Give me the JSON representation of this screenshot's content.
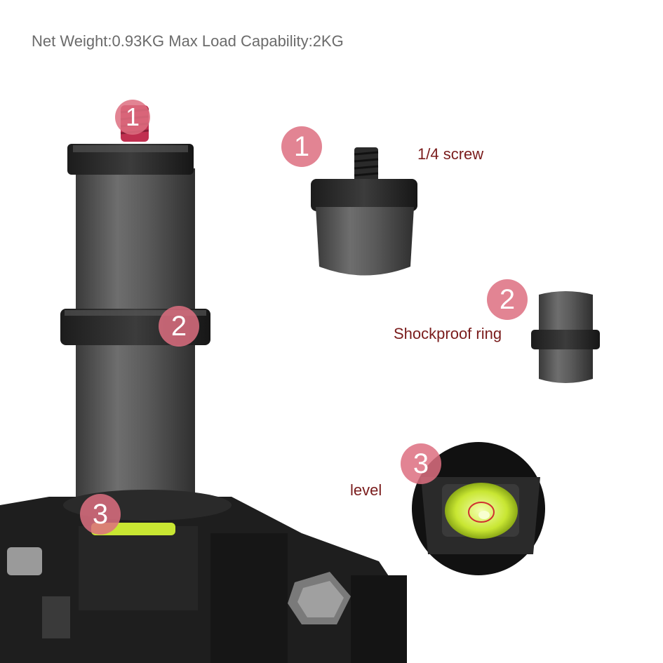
{
  "spec_text": "Net Weight:0.93KG Max Load Capability:2KG",
  "callouts": [
    {
      "number": "1",
      "label": "1/4 screw"
    },
    {
      "number": "2",
      "label": "Shockproof ring"
    },
    {
      "number": "3",
      "label": "level"
    }
  ],
  "colors": {
    "badge": "#dd6e80",
    "label": "#7a1c1c",
    "spec": "#6b6b6b",
    "metal": "#4a4a4a",
    "bubble": "#c8e632"
  }
}
